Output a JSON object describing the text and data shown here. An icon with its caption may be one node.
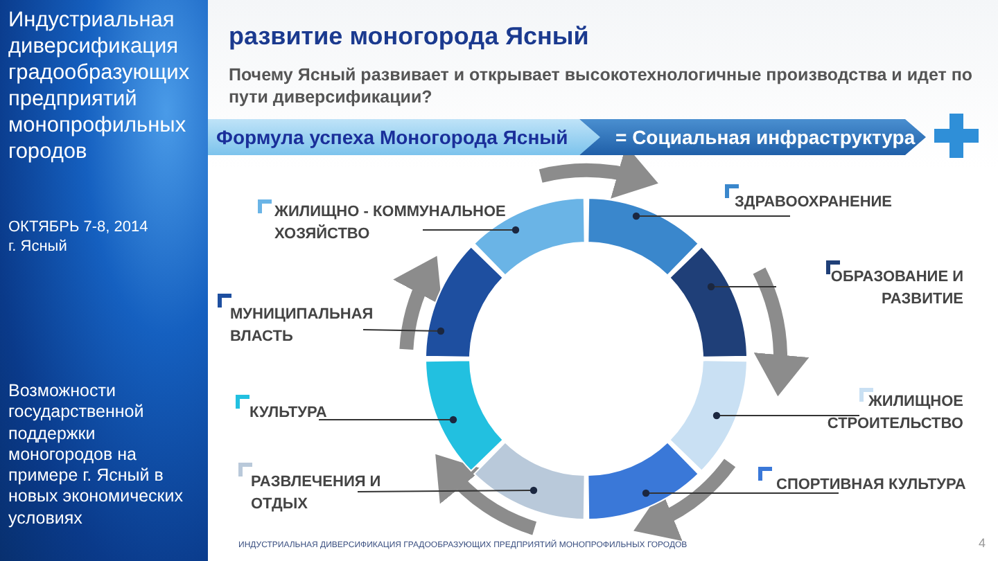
{
  "diagram": {
    "title": "развитие моногорода Ясный",
    "nodes": [
      {
        "text": [
          "Формула успеха Моногорода Ясный"
        ]
      },
      {
        "text": [
          "= Социальная инфраструктура"
        ]
      },
      {
        "text": [
          "ЖИЛИЩНО - КОММУНАЛЬНОЕ ХОЗЯЙСТВО"
        ]
      },
      {
        "text": [
          "ЗДРАВООХРАНЕНИЕ"
        ]
      },
      {
        "text": [
          "ОБРАЗОВАНИЕ И РАЗВИТИЕ"
        ]
      },
      {
        "text": [
          "МУНИЦИПАЛЬНАЯ ВЛАСТЬ"
        ]
      },
      {
        "text": [
          "КУЛЬТУРА"
        ]
      },
      {
        "text": [
          "ЖИЛИЩНОЕ СТРОИТЕЛЬСТВО"
        ]
      },
      {
        "text": [
          "РАЗВЛЕЧЕНИЯ И ОТДЫХ"
        ]
      },
      {
        "text": [
          "СПОРТИВНАЯ КУЛЬТУРА"
        ]
      },
      {
        "text": [],
        "shape": "segment"
      },
      {
        "text": [],
        "shape": "segment"
      },
      {
        "text": [],
        "shape": "segment"
      },
      {
        "text": [],
        "shape": "segment"
      },
      {
        "text": [],
        "shape": "segment"
      },
      {
        "text": [],
        "shape": "segment"
      },
      {
        "text": [],
        "shape": "segment"
      },
      {
        "text": [],
        "shape": "segment"
      }
    ],
    "edges": [
      {
        "from": 2,
        "to": 17,
        "arrow": "other"
      },
      {
        "from": 3,
        "to": 10,
        "arrow": "other"
      },
      {
        "from": 4,
        "to": 11,
        "arrow": "other"
      },
      {
        "from": 5,
        "to": 16,
        "arrow": "other"
      },
      {
        "from": 6,
        "to": 15,
        "arrow": "other"
      },
      {
        "from": 7,
        "to": 12,
        "arrow": "other"
      },
      {
        "from": 8,
        "to": 14,
        "arrow": "other"
      },
      {
        "from": 9,
        "to": 13,
        "arrow": "other"
      }
    ],
    "labels": [
      "Индустриальная диверсификация градообразующих предприятий монопрофильных городов",
      "ОКТЯБРЬ 7-8, 2014",
      "г. Ясный",
      "Возможности государственной поддержки моногородов на примере г. Ясный в новых экономических условиях",
      "Почему Ясный развивает и открывает высокотехнологичные производства и идет по пути диверсификации?",
      "ИНДУСТРИАЛЬНАЯ ДИВЕРСИФИКАЦИЯ ГРАДООБРАЗУЮЩИХ ПРЕДПРИЯТИЙ МОНОПРОФИЛЬНЫХ ГОРОДОВ",
      "4"
    ]
  }
}
